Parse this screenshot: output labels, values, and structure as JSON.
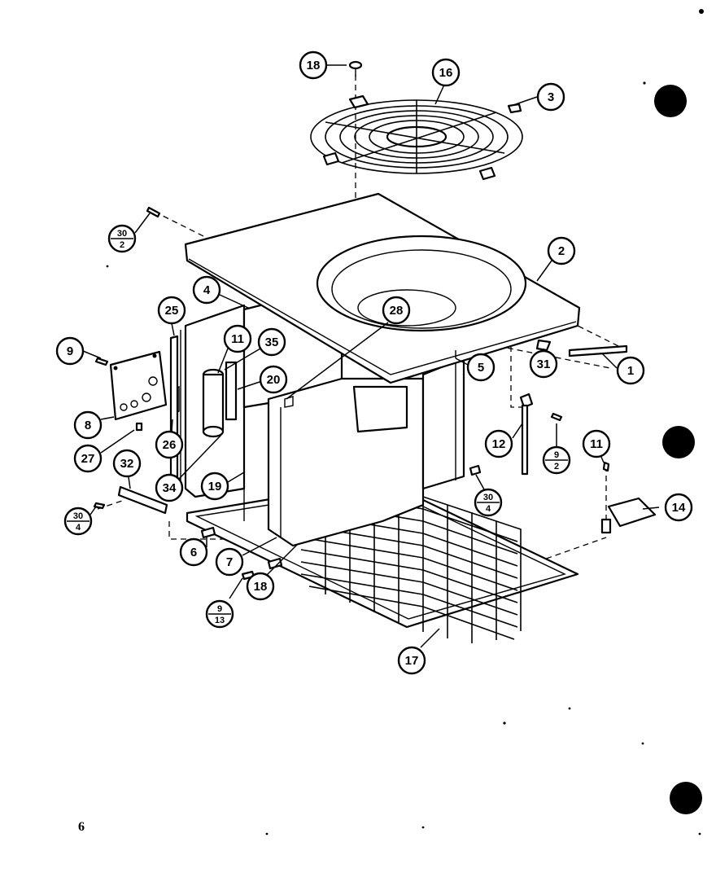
{
  "page": {
    "page_number": "6",
    "colors": {
      "ink": "#000000",
      "paper": "#ffffff"
    }
  },
  "callouts": [
    {
      "id": "c18a",
      "label": "18"
    },
    {
      "id": "c16",
      "label": "16"
    },
    {
      "id": "c3",
      "label": "3"
    },
    {
      "id": "c2",
      "label": "2"
    },
    {
      "id": "c4",
      "label": "4"
    },
    {
      "id": "c25",
      "label": "25"
    },
    {
      "id": "c28",
      "label": "28"
    },
    {
      "id": "c9",
      "label": "9"
    },
    {
      "id": "c11a",
      "label": "11"
    },
    {
      "id": "c35",
      "label": "35"
    },
    {
      "id": "c20",
      "label": "20"
    },
    {
      "id": "c5",
      "label": "5"
    },
    {
      "id": "c31",
      "label": "31"
    },
    {
      "id": "c1",
      "label": "1"
    },
    {
      "id": "c8",
      "label": "8"
    },
    {
      "id": "c26",
      "label": "26"
    },
    {
      "id": "c27",
      "label": "27"
    },
    {
      "id": "c12",
      "label": "12"
    },
    {
      "id": "c11b",
      "label": "11"
    },
    {
      "id": "c32",
      "label": "32"
    },
    {
      "id": "c34",
      "label": "34"
    },
    {
      "id": "c19",
      "label": "19"
    },
    {
      "id": "c14",
      "label": "14"
    },
    {
      "id": "c6",
      "label": "6"
    },
    {
      "id": "c7",
      "label": "7"
    },
    {
      "id": "c18b",
      "label": "18"
    },
    {
      "id": "c17",
      "label": "17"
    }
  ],
  "fraction_callouts": [
    {
      "id": "f30_2",
      "top": "30",
      "bottom": "2"
    },
    {
      "id": "f9_2",
      "top": "9",
      "bottom": "2"
    },
    {
      "id": "f30_4a",
      "top": "30",
      "bottom": "4"
    },
    {
      "id": "f30_4b",
      "top": "30",
      "bottom": "4"
    },
    {
      "id": "f9_13",
      "top": "9",
      "bottom": "13"
    }
  ]
}
